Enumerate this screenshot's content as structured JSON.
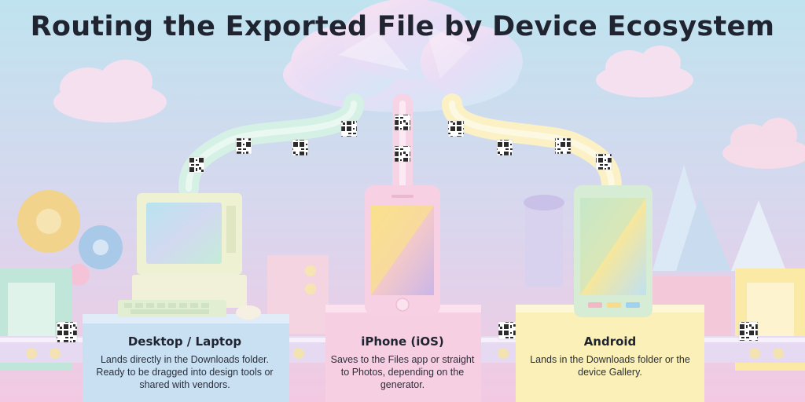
{
  "title": "Routing the Exported File by Device Ecosystem",
  "devices": [
    {
      "name": "Desktop / Laptop",
      "description": "Lands directly in the Downloads folder. Ready to be dragged into design tools or shared with vendors."
    },
    {
      "name": "iPhone (iOS)",
      "description": "Saves to the Files app or straight to Photos, depending on the generator."
    },
    {
      "name": "Android",
      "description": "Lands in the Downloads folder or the device Gallery."
    }
  ],
  "colors": {
    "sky_top": "#bfe3ef",
    "sky_bottom": "#f3c9e2",
    "desktop_pedestal": "#c9e0f3",
    "iphone_pedestal": "#f6cfe3",
    "android_pedestal": "#fbf0b8",
    "title_text": "#1f2430"
  },
  "icons": [
    "cloud-icon",
    "qr-code-icon",
    "desktop-computer-icon",
    "iphone-icon",
    "android-phone-icon",
    "gear-icon",
    "conveyor-belt-icon"
  ]
}
